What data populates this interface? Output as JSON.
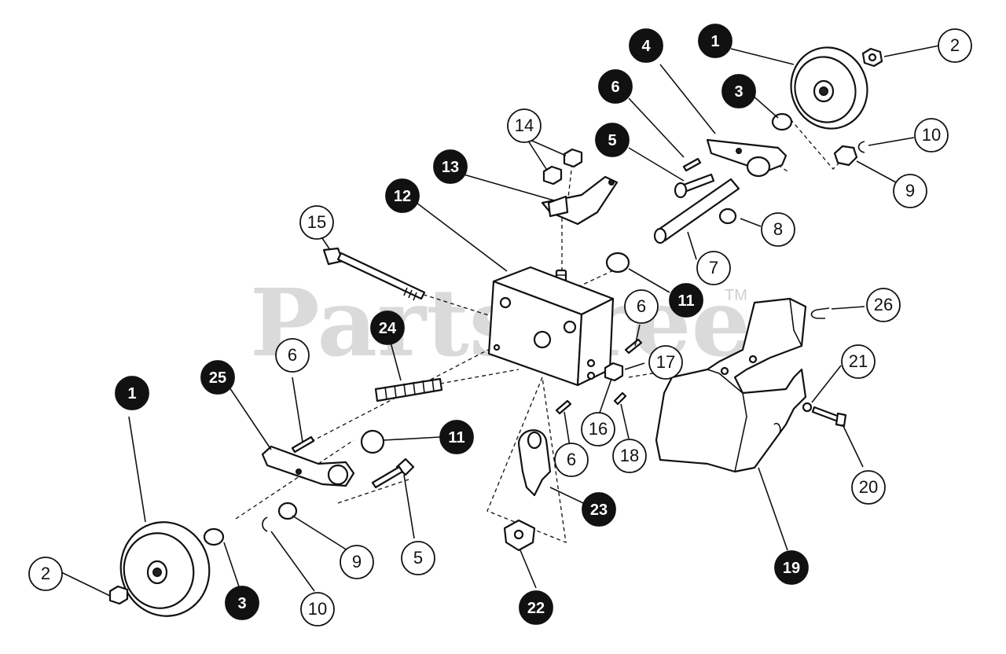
{
  "watermark": {
    "text": "PartsTree",
    "trademark": "TM"
  },
  "callouts": [
    {
      "label": "1",
      "style": "filled"
    },
    {
      "label": "2",
      "style": "open"
    },
    {
      "label": "3",
      "style": "filled"
    },
    {
      "label": "4",
      "style": "filled"
    },
    {
      "label": "6",
      "style": "filled"
    },
    {
      "label": "5",
      "style": "filled"
    },
    {
      "label": "10",
      "style": "open"
    },
    {
      "label": "9",
      "style": "open"
    },
    {
      "label": "14",
      "style": "open"
    },
    {
      "label": "13",
      "style": "filled"
    },
    {
      "label": "12",
      "style": "filled"
    },
    {
      "label": "8",
      "style": "open"
    },
    {
      "label": "7",
      "style": "open"
    },
    {
      "label": "15",
      "style": "open"
    },
    {
      "label": "11",
      "style": "filled"
    },
    {
      "label": "24",
      "style": "filled"
    },
    {
      "label": "6",
      "style": "open"
    },
    {
      "label": "26",
      "style": "open"
    },
    {
      "label": "17",
      "style": "open"
    },
    {
      "label": "21",
      "style": "open"
    },
    {
      "label": "25",
      "style": "filled"
    },
    {
      "label": "6",
      "style": "open"
    },
    {
      "label": "1",
      "style": "filled"
    },
    {
      "label": "11",
      "style": "filled"
    },
    {
      "label": "16",
      "style": "open"
    },
    {
      "label": "18",
      "style": "open"
    },
    {
      "label": "6",
      "style": "open"
    },
    {
      "label": "20",
      "style": "open"
    },
    {
      "label": "23",
      "style": "filled"
    },
    {
      "label": "9",
      "style": "open"
    },
    {
      "label": "5",
      "style": "open"
    },
    {
      "label": "2",
      "style": "open"
    },
    {
      "label": "3",
      "style": "filled"
    },
    {
      "label": "10",
      "style": "open"
    },
    {
      "label": "22",
      "style": "filled"
    },
    {
      "label": "19",
      "style": "filled"
    }
  ]
}
